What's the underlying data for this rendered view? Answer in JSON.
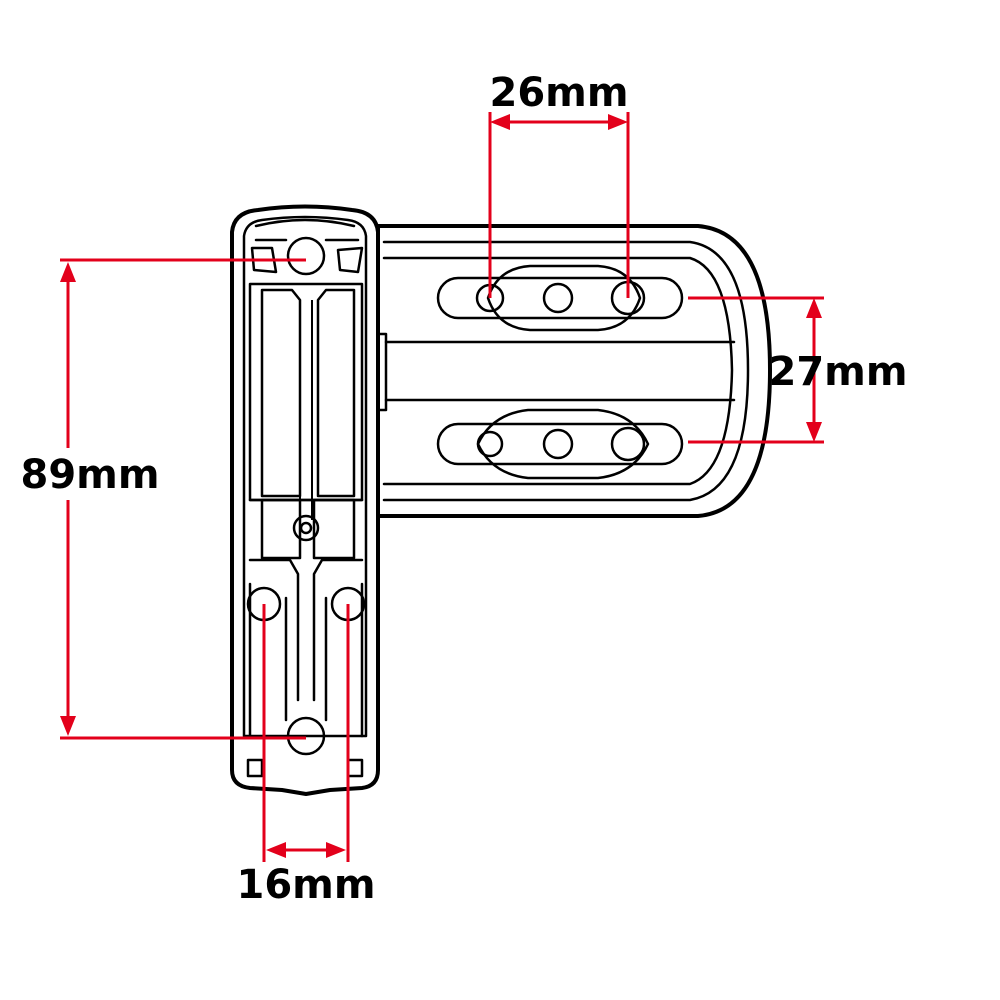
{
  "dimensions": {
    "top_width": "26mm",
    "right_height": "27mm",
    "left_height": "89mm",
    "bottom_width": "16mm"
  },
  "colors": {
    "dimension_line": "#e3001b",
    "outline": "#000000",
    "background": "#ffffff"
  }
}
